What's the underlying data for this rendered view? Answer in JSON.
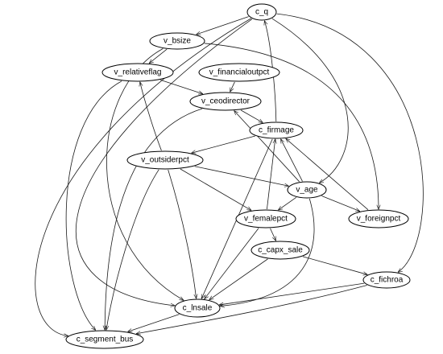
{
  "diagram": {
    "nodes": [
      {
        "id": "c_q",
        "label": "c_q"
      },
      {
        "id": "v_bsize",
        "label": "v_bsize"
      },
      {
        "id": "v_relativeflag",
        "label": "v_relativeflag"
      },
      {
        "id": "v_financialoutpct",
        "label": "v_financialoutpct"
      },
      {
        "id": "v_ceodirector",
        "label": "v_ceodirector"
      },
      {
        "id": "c_firmage",
        "label": "c_firmage"
      },
      {
        "id": "v_outsiderpct",
        "label": "v_outsiderpct"
      },
      {
        "id": "v_age",
        "label": "v_age"
      },
      {
        "id": "v_femalepct",
        "label": "v_femalepct"
      },
      {
        "id": "v_foreignpct",
        "label": "v_foreignpct"
      },
      {
        "id": "c_capx_sale",
        "label": "c_capx_sale"
      },
      {
        "id": "c_fichroa",
        "label": "c_fichroa"
      },
      {
        "id": "c_lnsale",
        "label": "c_lnsale"
      },
      {
        "id": "c_segment_bus",
        "label": "c_segment_bus"
      }
    ],
    "edges": [
      {
        "from": "c_q",
        "to": "v_bsize"
      },
      {
        "from": "c_q",
        "to": "c_segment_bus"
      },
      {
        "from": "c_q",
        "to": "c_lnsale"
      },
      {
        "from": "c_q",
        "to": "v_age"
      },
      {
        "from": "c_q",
        "to": "c_fichroa"
      },
      {
        "from": "v_bsize",
        "to": "v_relativeflag"
      },
      {
        "from": "v_bsize",
        "to": "c_lnsale"
      },
      {
        "from": "v_bsize",
        "to": "v_foreignpct"
      },
      {
        "from": "v_relativeflag",
        "to": "v_ceodirector"
      },
      {
        "from": "v_relativeflag",
        "to": "c_segment_bus"
      },
      {
        "from": "v_financialoutpct",
        "to": "v_ceodirector"
      },
      {
        "from": "v_ceodirector",
        "to": "c_firmage"
      },
      {
        "from": "v_ceodirector",
        "to": "c_segment_bus"
      },
      {
        "from": "c_firmage",
        "to": "c_q"
      },
      {
        "from": "c_firmage",
        "to": "v_outsiderpct"
      },
      {
        "from": "c_firmage",
        "to": "c_lnsale"
      },
      {
        "from": "v_outsiderpct",
        "to": "v_relativeflag"
      },
      {
        "from": "v_outsiderpct",
        "to": "v_age"
      },
      {
        "from": "v_outsiderpct",
        "to": "v_femalepct"
      },
      {
        "from": "v_outsiderpct",
        "to": "c_lnsale"
      },
      {
        "from": "v_outsiderpct",
        "to": "c_segment_bus"
      },
      {
        "from": "v_age",
        "to": "v_ceodirector"
      },
      {
        "from": "v_age",
        "to": "c_firmage"
      },
      {
        "from": "v_age",
        "to": "v_femalepct"
      },
      {
        "from": "v_age",
        "to": "v_foreignpct"
      },
      {
        "from": "v_age",
        "to": "c_lnsale"
      },
      {
        "from": "v_femalepct",
        "to": "c_firmage"
      },
      {
        "from": "v_femalepct",
        "to": "c_capx_sale"
      },
      {
        "from": "v_femalepct",
        "to": "c_lnsale"
      },
      {
        "from": "v_foreignpct",
        "to": "c_firmage"
      },
      {
        "from": "c_capx_sale",
        "to": "c_fichroa"
      },
      {
        "from": "c_capx_sale",
        "to": "c_lnsale"
      },
      {
        "from": "c_fichroa",
        "to": "c_lnsale"
      },
      {
        "from": "c_fichroa",
        "to": "c_segment_bus"
      },
      {
        "from": "c_lnsale",
        "to": "c_segment_bus"
      }
    ]
  }
}
